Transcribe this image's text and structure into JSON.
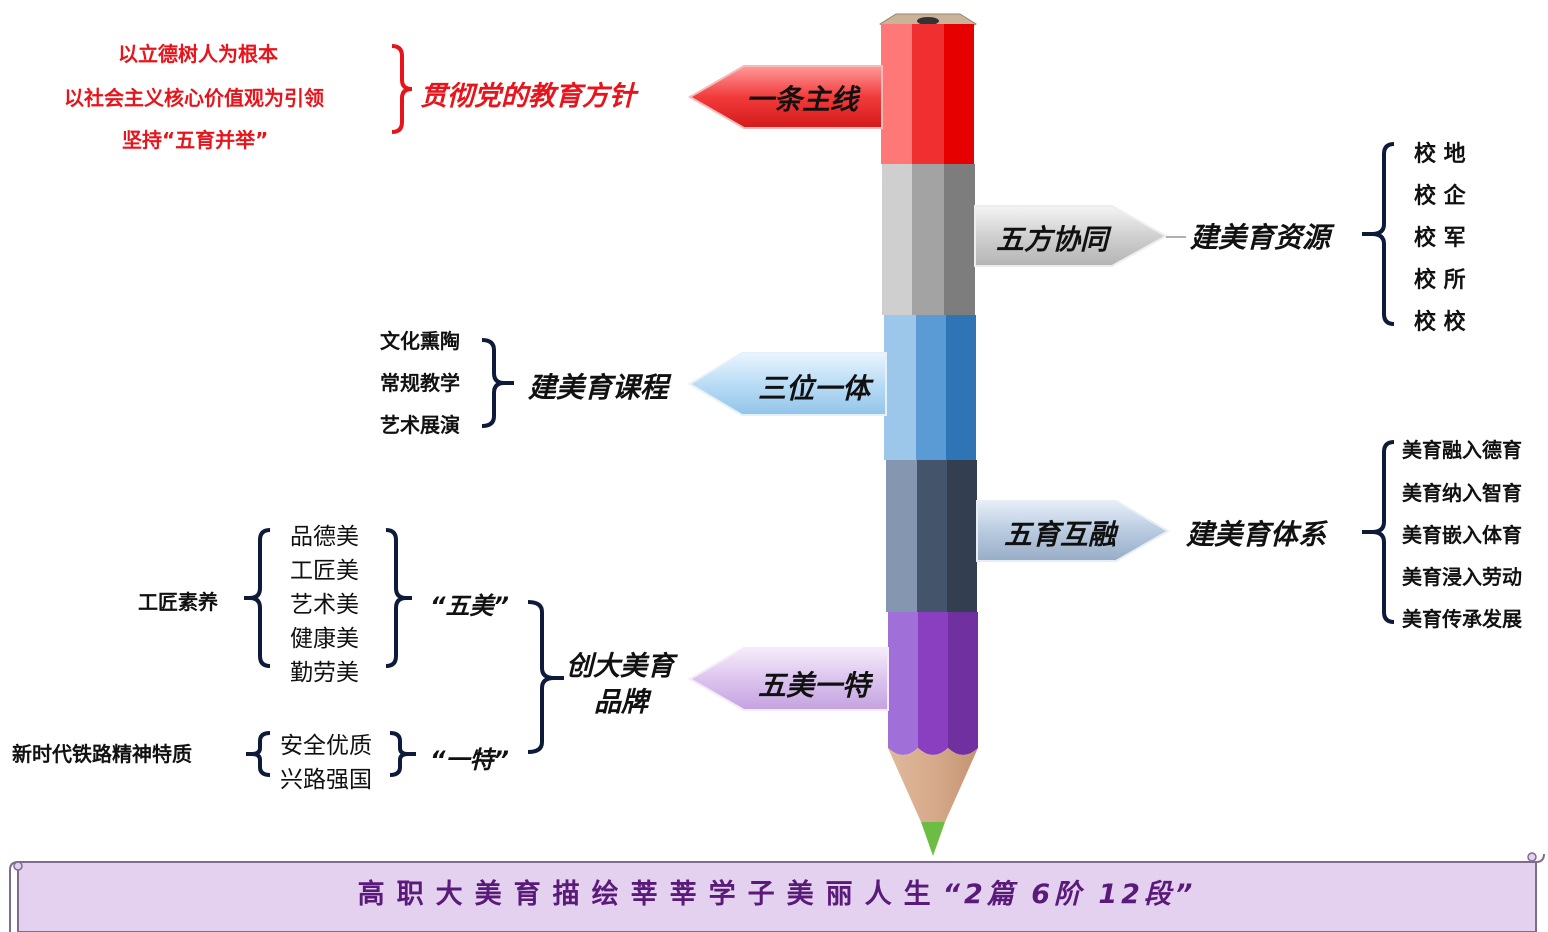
{
  "mainline": {
    "label": "一条主线",
    "target": "贯彻党的教育方针",
    "items": [
      "以立德树人为根本",
      "以社会主义核心价值观为引领",
      "坚持“五育并举”"
    ]
  },
  "wufang": {
    "label": "五方协同",
    "target": "建美育资源",
    "items": [
      "校 地",
      "校 企",
      "校 军",
      "校 所",
      "校 校"
    ]
  },
  "sanwei": {
    "label": "三位一体",
    "target": "建美育课程",
    "items": [
      "文化熏陶",
      "常规教学",
      "艺术展演"
    ]
  },
  "wuyu": {
    "label": "五育互融",
    "target": "建美育体系",
    "items": [
      "美育融入德育",
      "美育纳入智育",
      "美育嵌入体育",
      "美育浸入劳动",
      "美育传承发展"
    ]
  },
  "wumei": {
    "label": "五美一特",
    "brand": [
      "创大美育",
      "品牌"
    ],
    "five_label": "“五美”",
    "one_label": "“一特”",
    "five_items": [
      "品德美",
      "工匠美",
      "艺术美",
      "健康美",
      "勤劳美"
    ],
    "one_items": [
      "安全优质",
      "兴路强国"
    ],
    "five_source": "工匠素养",
    "one_source": "新时代铁路精神特质"
  },
  "banner": {
    "title": "高职大美育描绘莘莘学子美丽人生",
    "suffix": "“2篇 6阶 12段”"
  },
  "colors": {
    "red": "#e8141b",
    "navy": "#0e1a3a",
    "banner_bg": "#e3d1ef",
    "banner_text": "#5a1a7a"
  }
}
